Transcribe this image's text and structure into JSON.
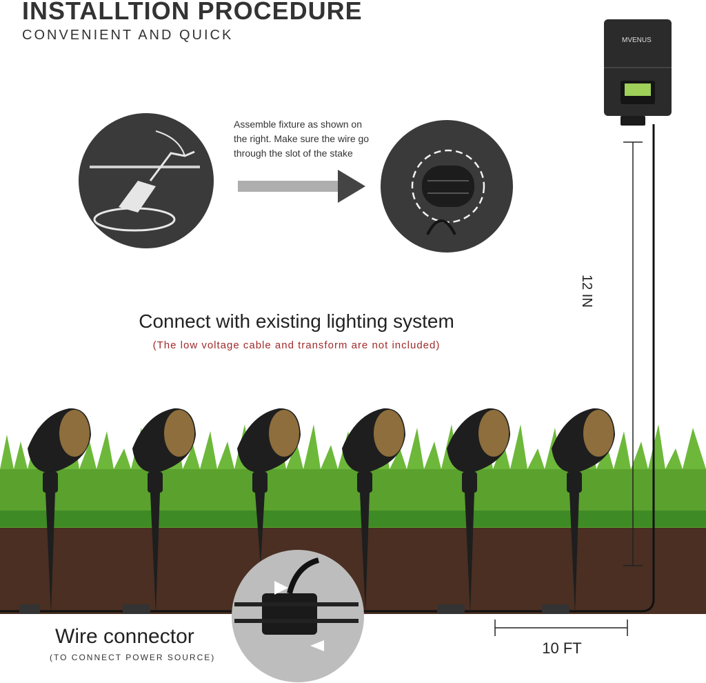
{
  "header": {
    "title": "INSTALLTION PROCEDURE",
    "subtitle": "CONVENIENT AND QUICK"
  },
  "step": {
    "instruction": "Assemble fixture as shown on the right. Make sure the wire go through the slot of the stake"
  },
  "main": {
    "heading": "Connect with existing lighting system",
    "note": "(The low voltage cable and transform are not included)"
  },
  "connector": {
    "title": "Wire connector",
    "subtitle": "(TO CONNECT POWER SOURCE)"
  },
  "dimensions": {
    "spacing": "10 FT",
    "height": "12 IN"
  },
  "transformer": {
    "brand": "MVENUS"
  },
  "colors": {
    "title": "#333333",
    "note": "#a12a2a",
    "grass": "#4f9a2a",
    "soil": "#4a2f22",
    "fixture": "#1e1e1e"
  }
}
